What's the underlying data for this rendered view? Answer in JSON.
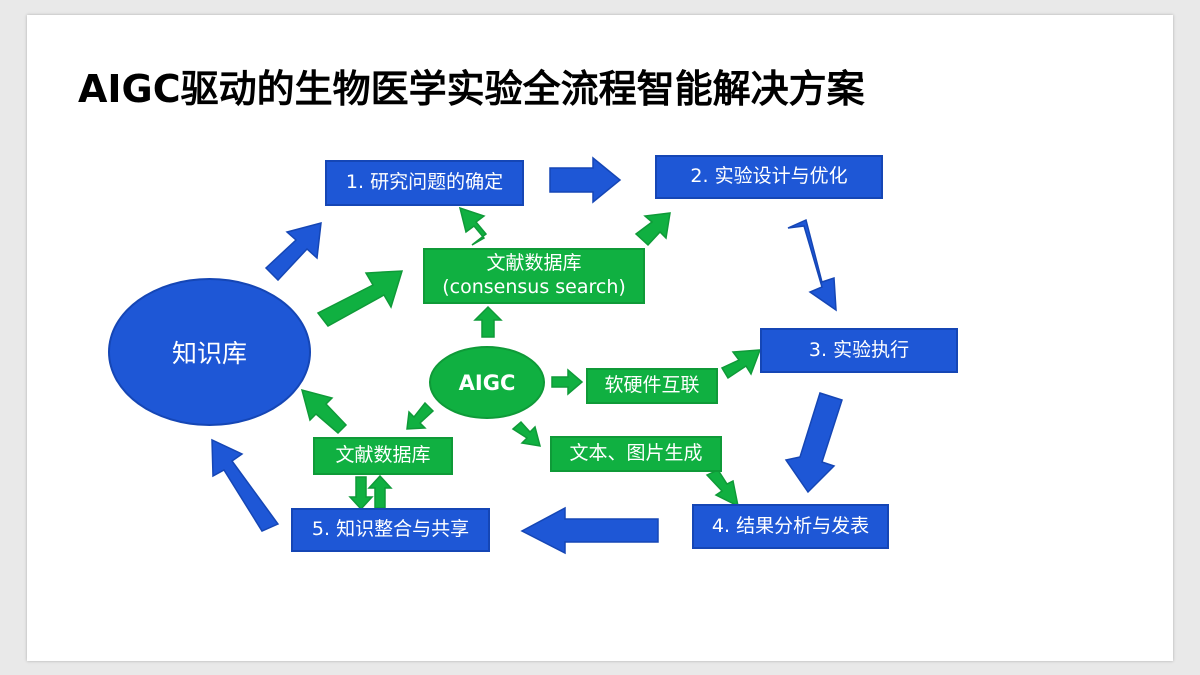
{
  "title": "AIGC驱动的生物医学实验全流程智能解决方案",
  "nodes": {
    "step1": "1. 研究问题的确定",
    "step2": "2. 实验设计与优化",
    "step3": "3. 实验执行",
    "step4": "4. 结果分析与发表",
    "step5": "5. 知识整合与共享",
    "knowledge_base": "知识库",
    "aigc": "AIGC",
    "literature_db_top_line1": "文献数据库",
    "literature_db_top_line2": "(consensus search)",
    "literature_db_bottom": "文献数据库",
    "hw_sw": "软硬件互联",
    "text_image_gen": "文本、图片生成"
  },
  "colors": {
    "blue": "#1e57d6",
    "green": "#10b041"
  }
}
